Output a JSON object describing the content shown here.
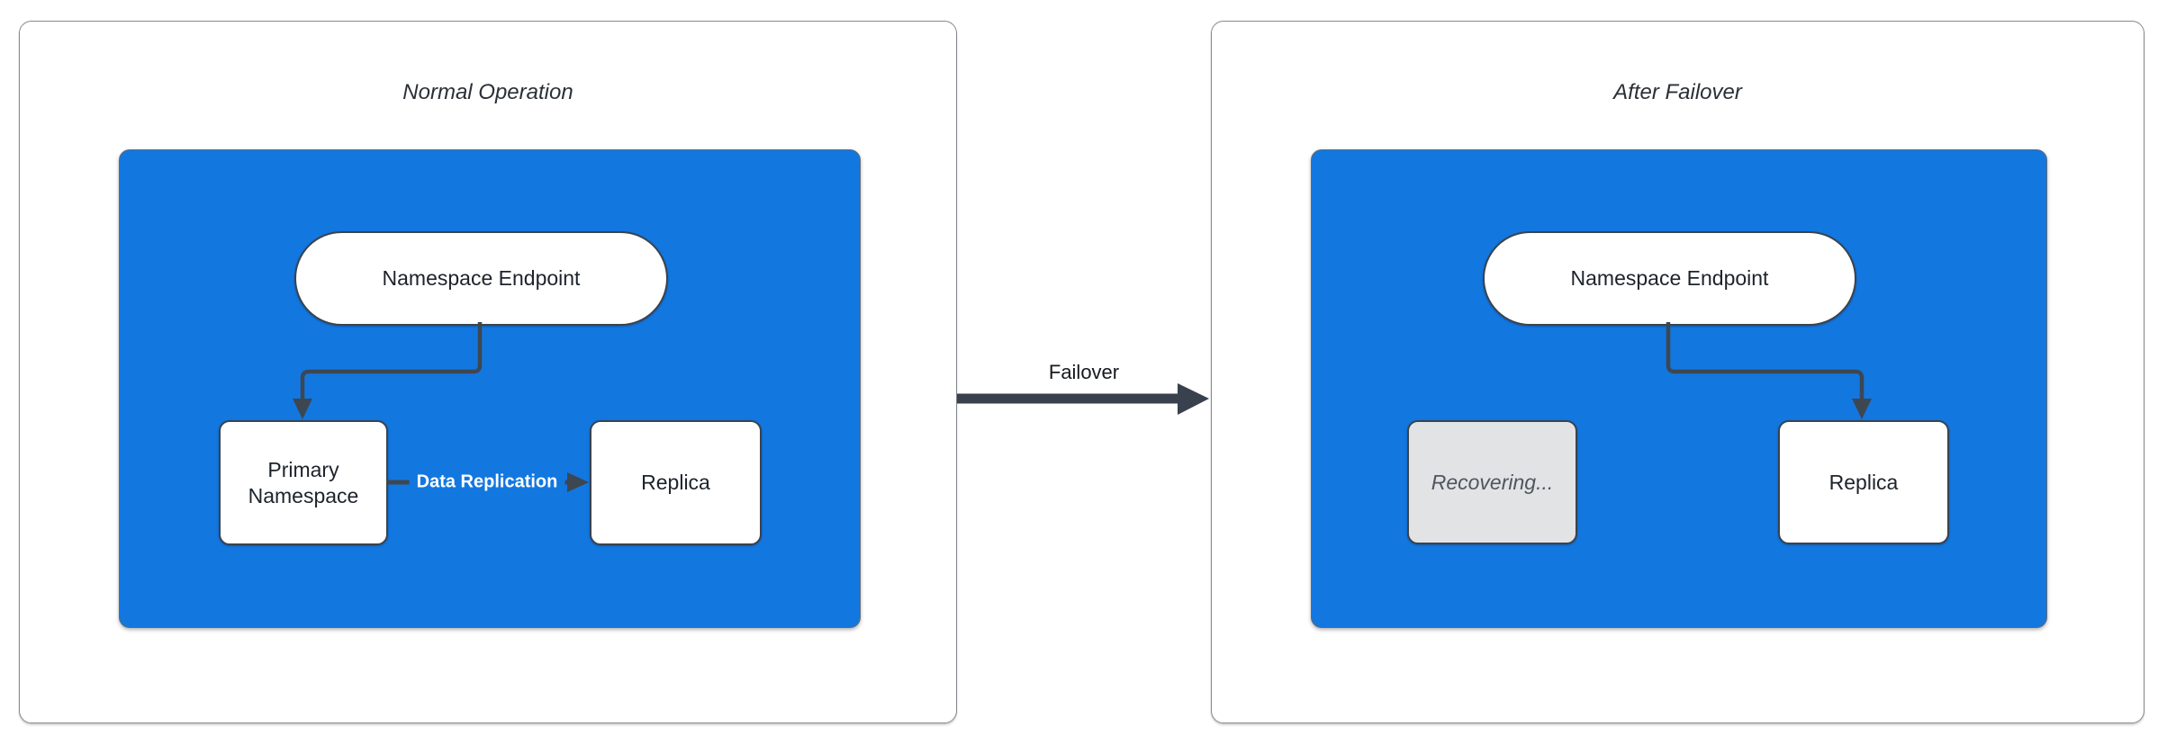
{
  "left_panel": {
    "title": "Normal Operation",
    "endpoint_label": "Namespace Endpoint",
    "primary_label": "Primary Namespace",
    "replica_label": "Replica",
    "replication_edge_label": "Data Replication"
  },
  "transition_arrow": {
    "label": "Failover"
  },
  "right_panel": {
    "title": "After Failover",
    "endpoint_label": "Namespace Endpoint",
    "recovering_label": "Recovering...",
    "replica_label": "Replica"
  },
  "colors": {
    "cluster_fill": "#1377e0",
    "cluster_stroke": "#5f6b76",
    "node_stroke": "#39434e",
    "node_text": "#1d232b",
    "connector_stroke": "#3d4751",
    "panel_border": "#85898e",
    "title_text": "#2b3036",
    "recovering_fill": "#e2e3e5",
    "recovering_text": "#4e565f",
    "edge_label_text": "#ffffff",
    "transition_text": "#16191e"
  }
}
